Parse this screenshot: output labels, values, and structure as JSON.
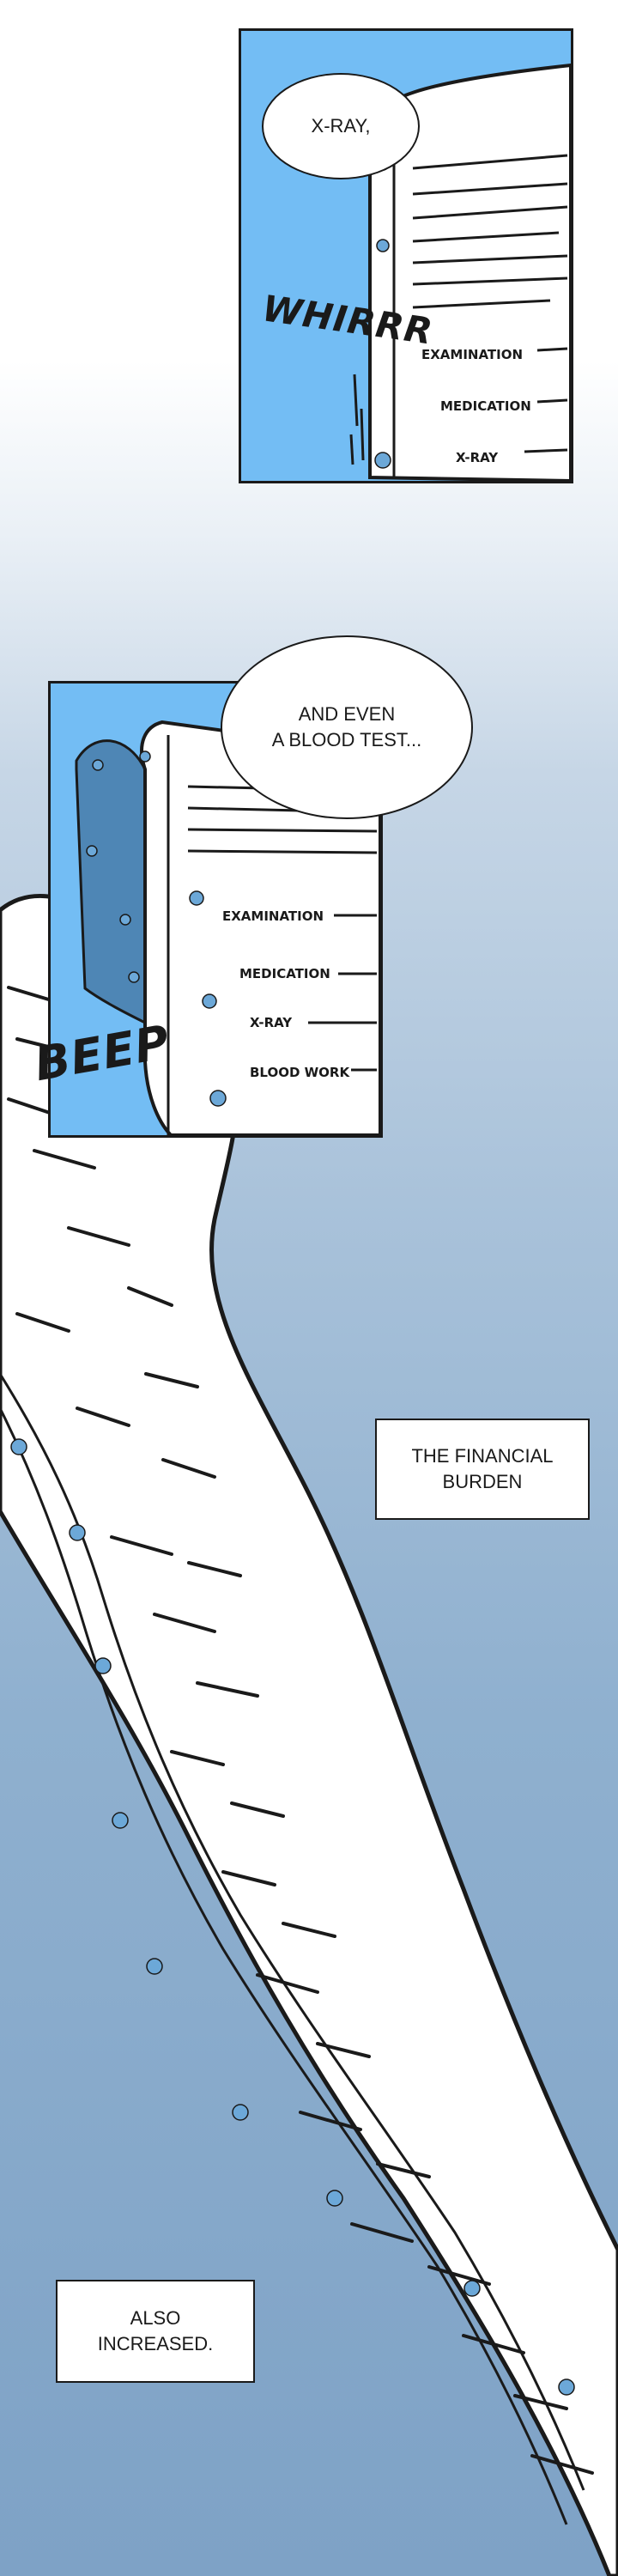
{
  "panel1": {
    "bubble": "X-RAY,",
    "sfx": "WHIRRR",
    "items": [
      "EXAMINATION",
      "MEDICATION",
      "X-RAY"
    ]
  },
  "panel2": {
    "bubble": [
      "AND EVEN",
      "A BLOOD TEST..."
    ],
    "sfx": "BEEP",
    "items": [
      "EXAMINATION",
      "MEDICATION",
      "X-RAY",
      "BLOOD WORK"
    ]
  },
  "caption1": [
    "THE FINANCIAL",
    "BURDEN"
  ],
  "caption2": [
    "ALSO",
    "INCREASED."
  ],
  "colors": {
    "panel_blue": "#73bdf4",
    "stamp_blue": "#6ca8d8",
    "ink": "#1a1a1a"
  }
}
